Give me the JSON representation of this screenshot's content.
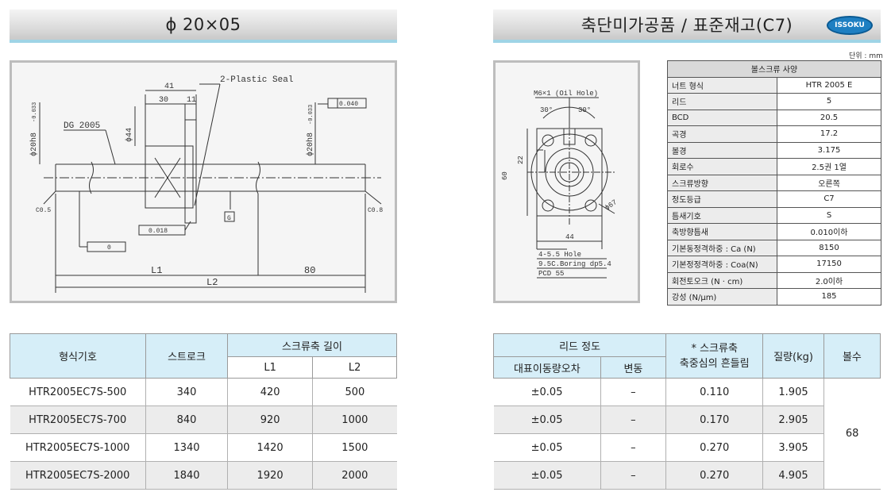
{
  "left_title": "ϕ 20×05",
  "right_title": "축단미가공품 / 표준재고(C7)",
  "logo_text": "ISSOKU",
  "unit_label": "단위 : mm",
  "drawing_left": {
    "dim_41": "41",
    "dim_30": "30",
    "dim_11": "11",
    "plastic_seal": "2-Plastic Seal",
    "dg": "DG 2005",
    "phi20h8": "ϕ20h8",
    "phi20h8_r": "ϕ20h8",
    "phi44": "ϕ44",
    "tol_left": "-0.033",
    "tol_right": "-0.033",
    "runout_top": "0.040",
    "datum_g": "G",
    "runout_mid": "0.018",
    "c_left": "C0.5",
    "c_right": "C0.8",
    "l1": "L1",
    "l2": "L2",
    "dim_80": "80",
    "runout_bot": "0"
  },
  "drawing_right": {
    "oil_hole": "M6×1 (Oil Hole)",
    "ang1": "30°",
    "ang2": "30°",
    "d60": "60",
    "d22": "22",
    "d67": "ϕ67",
    "d44": "44",
    "hole": "4-5.5 Hole",
    "boring": "9.5C.Boring dp5.4",
    "pcd": "PCD 55"
  },
  "spec": {
    "header": "볼스크류 사양",
    "rows": [
      {
        "k": "너트 형식",
        "v": "HTR 2005 E"
      },
      {
        "k": "리드",
        "v": "5"
      },
      {
        "k": "BCD",
        "v": "20.5"
      },
      {
        "k": "곡경",
        "v": "17.2"
      },
      {
        "k": "볼경",
        "v": "3.175"
      },
      {
        "k": "회로수",
        "v": "2.5권 1열"
      },
      {
        "k": "스크류방향",
        "v": "오른쪽"
      },
      {
        "k": "정도등급",
        "v": "C7"
      },
      {
        "k": "틈새기호",
        "v": "S"
      },
      {
        "k": "축방향틈새",
        "v": "0.010이하"
      },
      {
        "k": "기본동정격하중 : Ca (N)",
        "v": "8150"
      },
      {
        "k": "기본정정격하중 : Coa(N)",
        "v": "17150"
      },
      {
        "k": "회전토오크 (N · cm)",
        "v": "2.0이하"
      },
      {
        "k": "강성 (N/μm)",
        "v": "185"
      }
    ]
  },
  "left_table": {
    "h_model": "형식기호",
    "h_stroke": "스트로크",
    "h_len": "스크류축 길이",
    "h_l1": "L1",
    "h_l2": "L2",
    "rows": [
      {
        "model": "HTR2005EC7S-500",
        "stroke": "340",
        "l1": "420",
        "l2": "500"
      },
      {
        "model": "HTR2005EC7S-700",
        "stroke": "840",
        "l1": "920",
        "l2": "1000"
      },
      {
        "model": "HTR2005EC7S-1000",
        "stroke": "1340",
        "l1": "1420",
        "l2": "1500"
      },
      {
        "model": "HTR2005EC7S-2000",
        "stroke": "1840",
        "l1": "1920",
        "l2": "2000"
      }
    ]
  },
  "right_table": {
    "h_lead": "리드 정도",
    "h_rep": "대표이동량오차",
    "h_var": "변동",
    "h_runout1": "* 스크류축",
    "h_runout2": "축중심의 흔들림",
    "h_mass": "질량(kg)",
    "h_balls": "볼수",
    "balls": "68",
    "rows": [
      {
        "rep": "±0.05",
        "var": "–",
        "runout": "0.110",
        "mass": "1.905"
      },
      {
        "rep": "±0.05",
        "var": "–",
        "runout": "0.170",
        "mass": "2.905"
      },
      {
        "rep": "±0.05",
        "var": "–",
        "runout": "0.270",
        "mass": "3.905"
      },
      {
        "rep": "±0.05",
        "var": "–",
        "runout": "0.270",
        "mass": "4.905"
      }
    ]
  }
}
